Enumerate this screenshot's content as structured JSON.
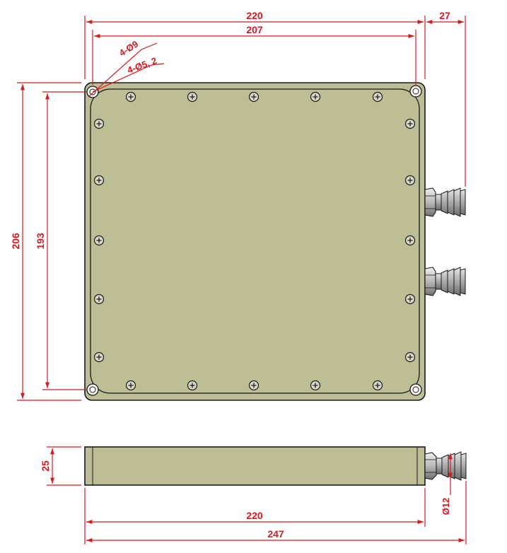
{
  "drawing": {
    "colors": {
      "plate": "#bdbd96",
      "plate_edge": "#9a9a78",
      "outline": "#1a1a1a",
      "dimension": "#d6191f",
      "fitting": "#b8b8b8"
    },
    "icons": [
      "screw-icon",
      "mounting-hole-icon",
      "hose-barb-icon"
    ],
    "dimensions": {
      "overall_width": "220",
      "hole_spacing_x": "207",
      "fitting_length": "27",
      "overall_height": "206",
      "hole_spacing_y": "193",
      "hole_counterbore": "4-Ø9",
      "hole_thru": "4-Ø5, 2",
      "thickness": "25",
      "side_width": "220",
      "side_total_width": "247",
      "barb_diameter": "Ø12"
    }
  }
}
